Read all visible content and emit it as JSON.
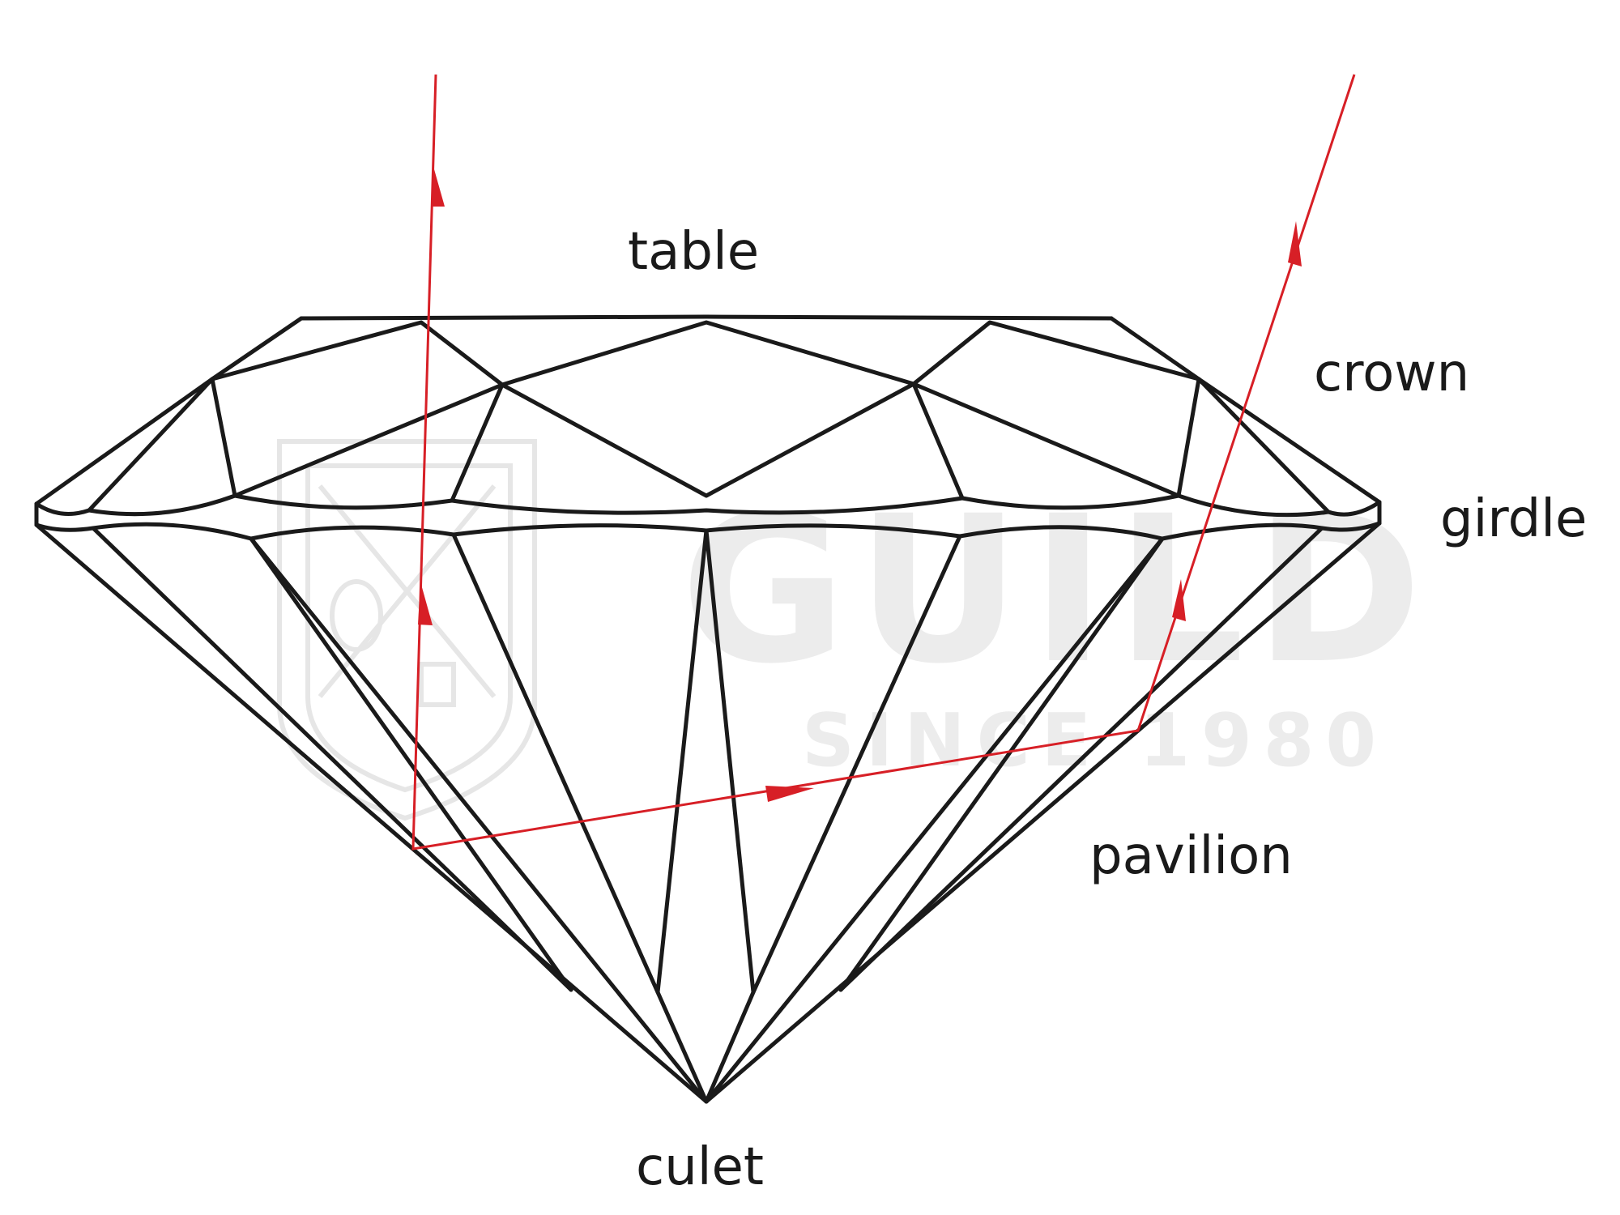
{
  "labels": {
    "table": "table",
    "crown": "crown",
    "girdle": "girdle",
    "pavilion": "pavilion",
    "culet": "culet"
  },
  "watermark": {
    "word": "GUILD",
    "tagline": "SINCE 1980"
  },
  "colors": {
    "outline": "#1a1a1a",
    "light_ray": "#d71f26",
    "watermark": "#ececec"
  }
}
